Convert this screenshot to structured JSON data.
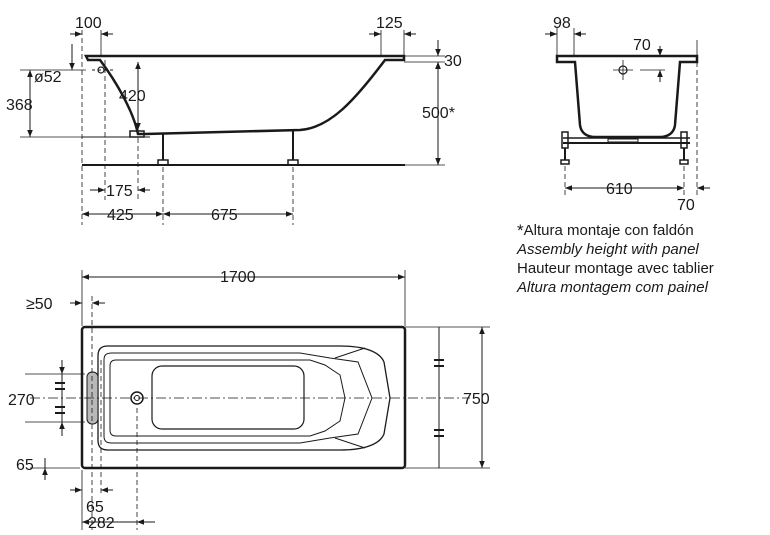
{
  "side_view": {
    "dims": {
      "d100": "100",
      "d125": "125",
      "d30": "30",
      "d52": "ø52",
      "d420": "420",
      "d368": "368",
      "d500": "500*",
      "d175": "175",
      "d425": "425",
      "d675": "675"
    }
  },
  "end_view": {
    "dims": {
      "d98": "98",
      "d70top": "70",
      "d610": "610",
      "d70bottom": "70"
    }
  },
  "plan_view": {
    "dims": {
      "d1700": "1700",
      "d50": "≥50",
      "d270": "270",
      "d750": "750",
      "d65left": "65",
      "d65bottom": "65",
      "d282": "282"
    }
  },
  "note": {
    "marker": "*",
    "es": "Altura montaje con faldón",
    "en": "Assembly height with panel",
    "fr": "Hauteur montage avec tablier",
    "pt": "Altura montagem com painel"
  }
}
